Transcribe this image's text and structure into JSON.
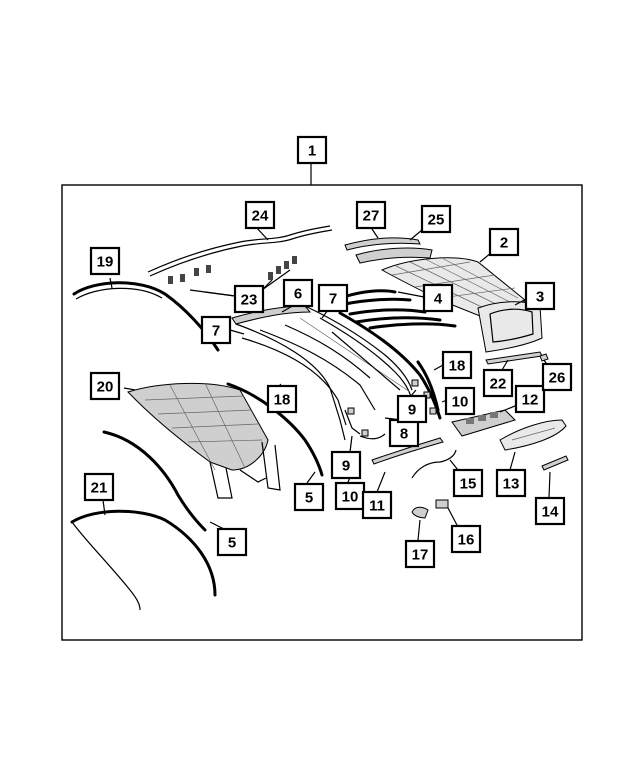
{
  "callouts": [
    {
      "id": "c1",
      "label": "1"
    },
    {
      "id": "c2",
      "label": "2"
    },
    {
      "id": "c3",
      "label": "3"
    },
    {
      "id": "c4",
      "label": "4"
    },
    {
      "id": "c5a",
      "label": "5"
    },
    {
      "id": "c5b",
      "label": "5"
    },
    {
      "id": "c6",
      "label": "6"
    },
    {
      "id": "c7a",
      "label": "7"
    },
    {
      "id": "c7b",
      "label": "7"
    },
    {
      "id": "c8",
      "label": "8"
    },
    {
      "id": "c9a",
      "label": "9"
    },
    {
      "id": "c9b",
      "label": "9"
    },
    {
      "id": "c10a",
      "label": "10"
    },
    {
      "id": "c10b",
      "label": "10"
    },
    {
      "id": "c11",
      "label": "11"
    },
    {
      "id": "c12",
      "label": "12"
    },
    {
      "id": "c13",
      "label": "13"
    },
    {
      "id": "c14",
      "label": "14"
    },
    {
      "id": "c15",
      "label": "15"
    },
    {
      "id": "c16",
      "label": "16"
    },
    {
      "id": "c17",
      "label": "17"
    },
    {
      "id": "c18a",
      "label": "18"
    },
    {
      "id": "c18b",
      "label": "18"
    },
    {
      "id": "c19",
      "label": "19"
    },
    {
      "id": "c20",
      "label": "20"
    },
    {
      "id": "c21",
      "label": "21"
    },
    {
      "id": "c22",
      "label": "22"
    },
    {
      "id": "c23",
      "label": "23"
    },
    {
      "id": "c24",
      "label": "24"
    },
    {
      "id": "c25",
      "label": "25"
    },
    {
      "id": "c26",
      "label": "26"
    },
    {
      "id": "c27",
      "label": "27"
    }
  ]
}
